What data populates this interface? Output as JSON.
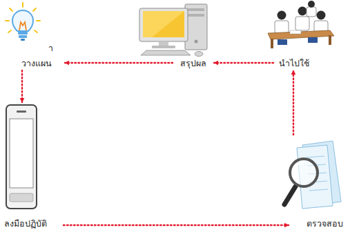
{
  "diagram": {
    "nodes": [
      {
        "text": [
          "วางแผน"
        ]
      },
      {
        "text": [
          "สรุปผล"
        ]
      },
      {
        "text": [
          "นำไปใช้"
        ]
      },
      {
        "text": [
          "ลงมือปฏิบัติ"
        ]
      },
      {
        "text": [
          "ตรวจสอบ"
        ]
      }
    ],
    "edges": [
      {
        "from": 0,
        "to": 3,
        "arrow": "to"
      },
      {
        "from": 3,
        "to": 4,
        "arrow": "to"
      },
      {
        "from": 4,
        "to": 2,
        "arrow": "to"
      },
      {
        "from": 2,
        "to": 1,
        "arrow": "to"
      },
      {
        "from": 1,
        "to": 0,
        "arrow": "to"
      }
    ],
    "labels": [
      "า"
    ]
  }
}
